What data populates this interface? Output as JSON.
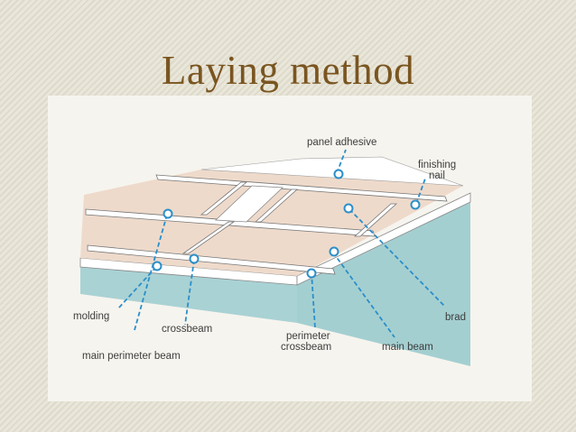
{
  "slide": {
    "title": "Laying method"
  },
  "labels": {
    "panel_adhesive": "panel adhesive",
    "finishing": "finishing",
    "nail": "nail",
    "brad": "brad",
    "molding": "molding",
    "crossbeam": "crossbeam",
    "main_perimeter_beam": "main perimeter beam",
    "perimeter": "perimeter",
    "crossbeam_2": "crossbeam",
    "main_beam": "main beam"
  },
  "colors": {
    "title": "#7a5520",
    "leader_lines": "#2b8fc9",
    "wall": "#a9d2d4",
    "panels": "#eedacb"
  }
}
